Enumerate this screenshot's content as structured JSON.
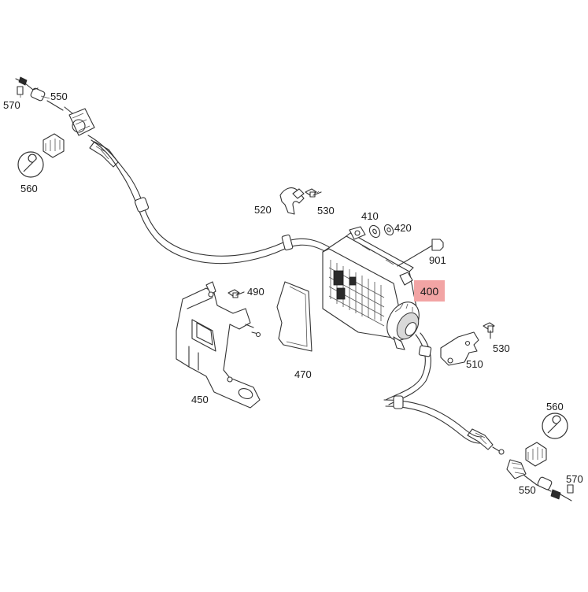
{
  "highlight_color": "#f2a4a4",
  "callouts": {
    "c570_top": "570",
    "c550_top": "550",
    "c560_top": "560",
    "c520": "520",
    "c530_top": "530",
    "c410": "410",
    "c420": "420",
    "c901": "901",
    "c400": "400",
    "c490": "490",
    "c470": "470",
    "c450": "450",
    "c530_right": "530",
    "c510": "510",
    "c560_bottom": "560",
    "c570_bottom": "570",
    "c550_bottom": "550"
  },
  "icons": {
    "wrench_top": "wrench-icon",
    "wrench_bottom": "wrench-icon",
    "tag_570_top": "tag-icon",
    "tag_570_bottom": "tag-icon",
    "connector_901": "connector-icon"
  }
}
